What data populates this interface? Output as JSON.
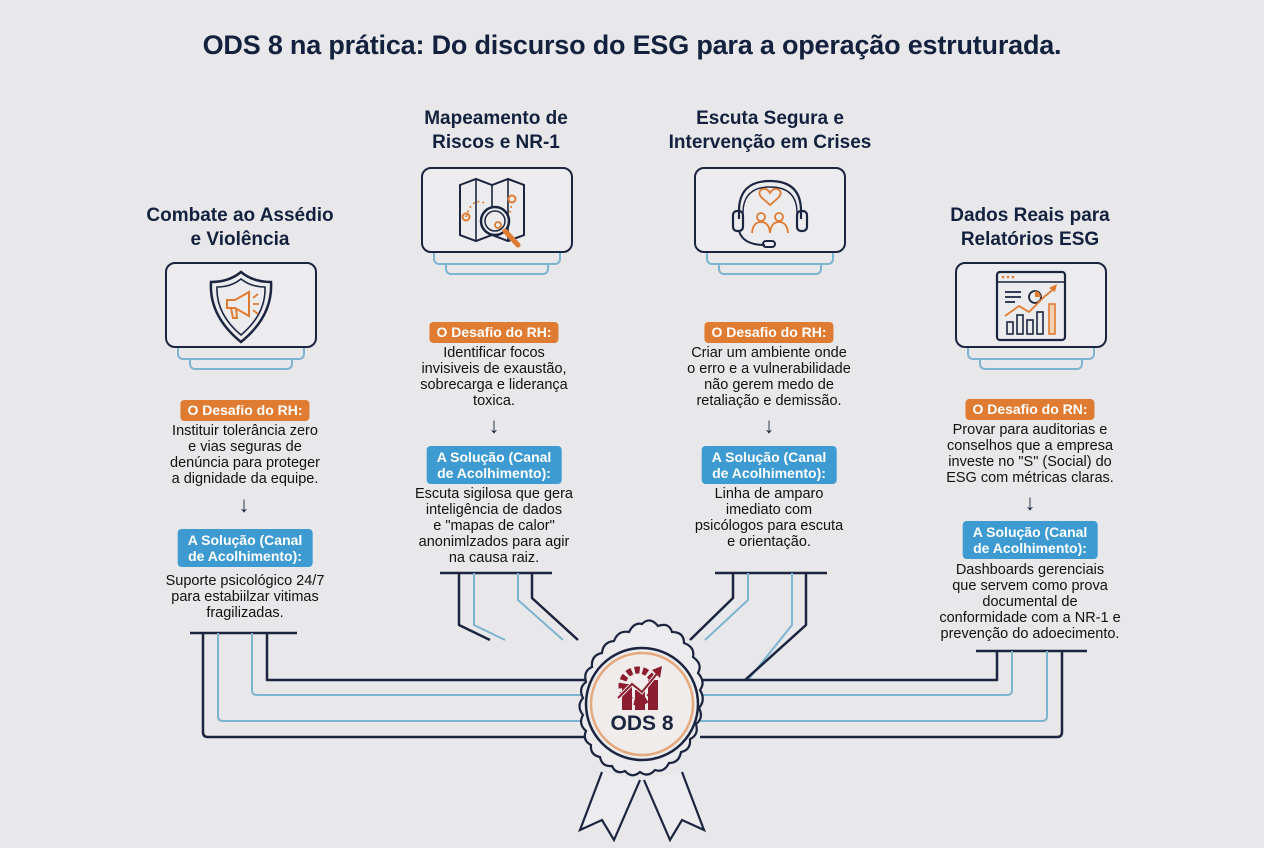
{
  "title": "ODS 8 na prática: Do discurso do ESG para a operação estruturada.",
  "colors": {
    "navy": "#1b2540",
    "orange": "#e07b32",
    "blue": "#3d9bd1",
    "light_blue_line": "#7db4cf",
    "seal_red": "#8c1c2e",
    "background": "#e8e8ea"
  },
  "columns": [
    {
      "title": "Combate ao Assédio\ne Violência",
      "icon": "shield-megaphone-icon",
      "challenge_label": "O Desafio do RH:",
      "challenge_text": "Instituir tolerância zero\ne vias seguras de\ndenúncia para proteger\na dignidade da equipe.",
      "solution_label": "A Solução (Canal\nde Acolhimento):",
      "solution_text": "Suporte psicológico 24/7\npara estabiilzar vitimas\nfragilizadas."
    },
    {
      "title": "Mapeamento de\nRiscos e NR-1",
      "icon": "map-magnifier-icon",
      "challenge_label": "O Desafio do RH:",
      "challenge_text": "Identificar focos\ninvisiveis de exaustão,\nsobrecarga e liderança\ntoxica.",
      "solution_label": "A Solução (Canal\nde Acolhimento):",
      "solution_text": "Escuta sigilosa que gera\ninteligência de dados\ne \"mapas de calor\"\nanonimlzados para agir\nna causa raiz."
    },
    {
      "title": "Escuta Segura e\nIntervenção em Crises",
      "icon": "headset-people-icon",
      "challenge_label": "O Desafio do RH:",
      "challenge_text": "Criar um ambiente onde\no erro e a vulnerabilidade\nnão gerem medo de\nretaliação e demissão.",
      "solution_label": "A Solução (Canal\nde Acolhimento):",
      "solution_text": "Linha de amparo\nimediato com\npsicólogos para escuta\ne orientação."
    },
    {
      "title": "Dados Reais para\nRelatórios ESG",
      "icon": "dashboard-chart-icon",
      "challenge_label": "O Desafio do RN:",
      "challenge_text": "Provar para auditorias e\nconselhos que a empresa\ninveste no \"S\" (Social) do\nESG com métricas claras.",
      "solution_label": "A Solução (Canal\nde Acolhimento):",
      "solution_text": "Dashboards gerenciais\nque servem como prova\ndocumental de\nconformidade com a NR-1 e\nprevenção do adoecimento."
    }
  ],
  "arrow_glyph": "↓",
  "seal": {
    "label": "ODS 8",
    "icon": "gear-growth-chart-icon"
  }
}
